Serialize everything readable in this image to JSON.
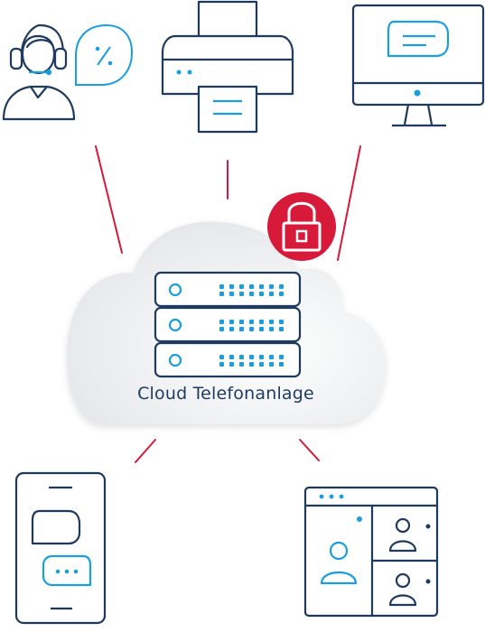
{
  "center": {
    "label": "Cloud Telefonanlage",
    "cloud_icon": "cloud-icon",
    "server_icon": "server-rack-icon",
    "lock_icon": "padlock-icon"
  },
  "endpoints": [
    {
      "name": "headset-agent",
      "icon": "headset-user-icon"
    },
    {
      "name": "printer",
      "icon": "printer-icon"
    },
    {
      "name": "desktop",
      "icon": "monitor-chat-icon"
    },
    {
      "name": "smartphone",
      "icon": "phone-chat-icon"
    },
    {
      "name": "video-conference",
      "icon": "video-call-window-icon"
    }
  ],
  "colors": {
    "stroke": "#1e3a5f",
    "accent": "#1a9ee0",
    "connector": "#d7193a",
    "lock_bg": "#d7193a"
  }
}
